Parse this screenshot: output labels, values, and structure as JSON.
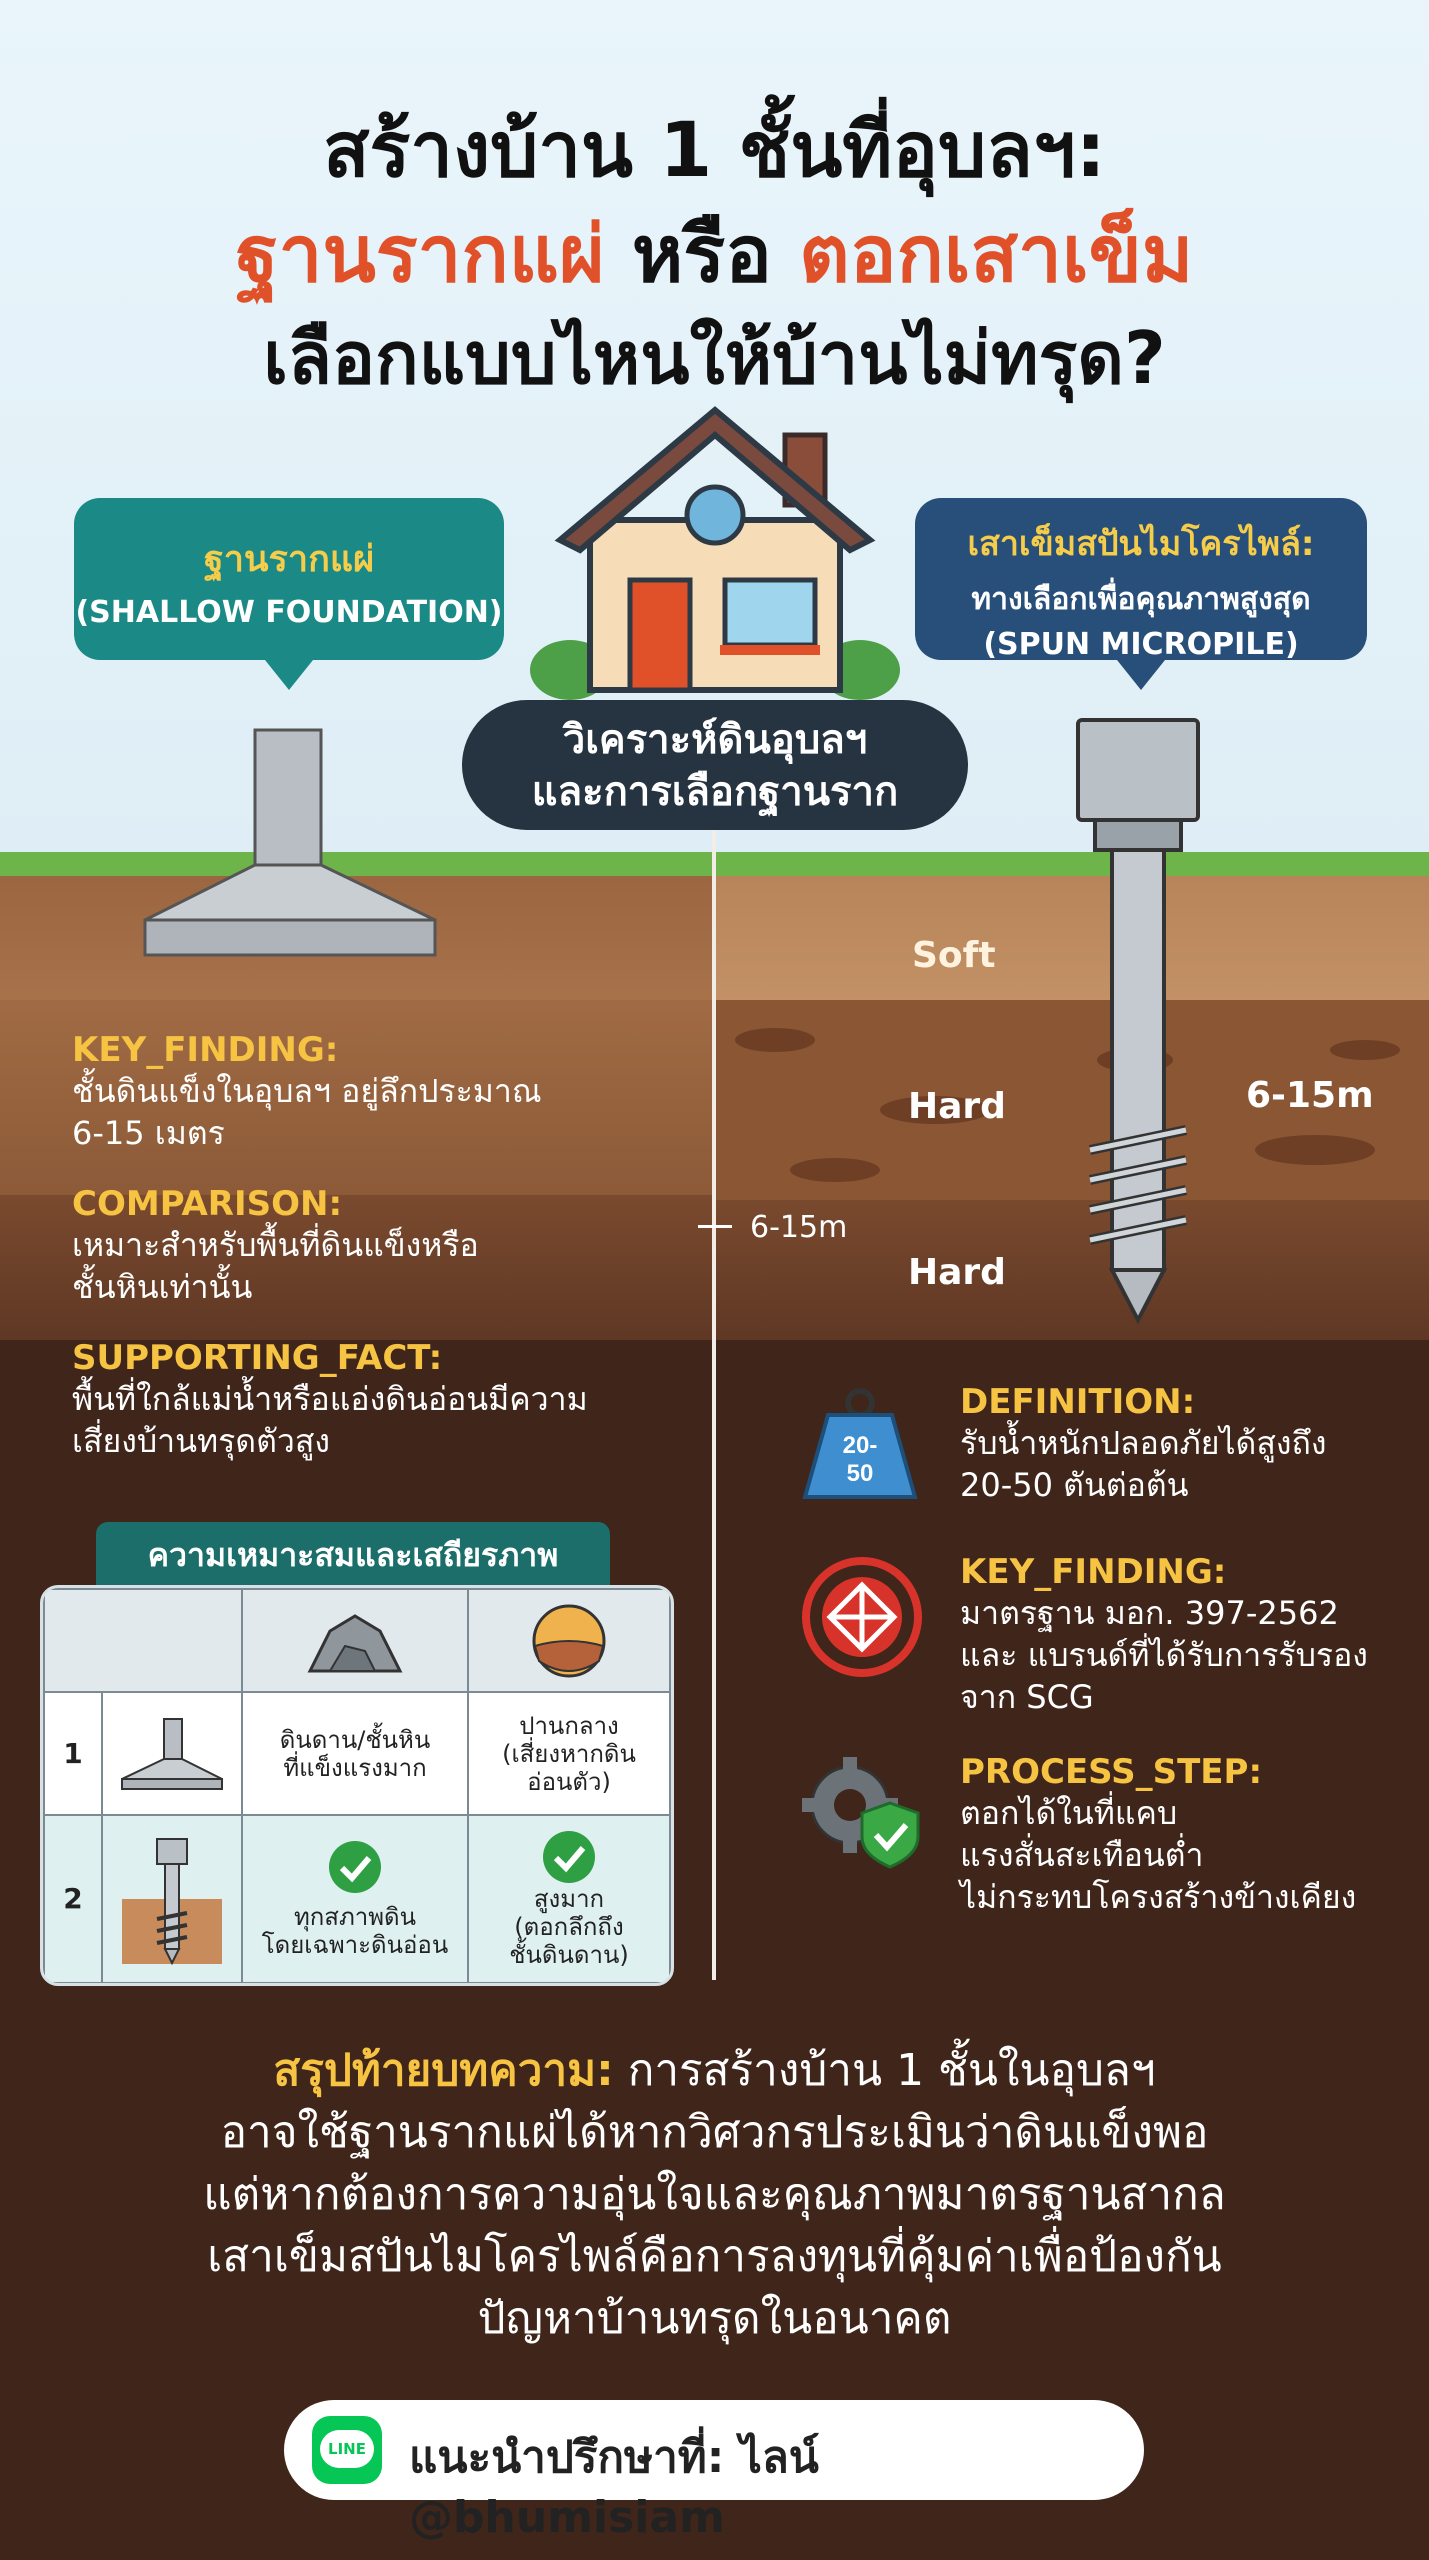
{
  "title": {
    "line1": "สร้างบ้าน 1 ชั้นที่อุบลฯ:",
    "line2_a": "ฐานรากแผ่",
    "line2_b": " หรือ ",
    "line2_c": "ตอกเสาเข็ม",
    "line3": "เลือกแบบไหนให้บ้านไม่ทรุด?"
  },
  "left_bubble": {
    "title": "ฐานรากแผ่",
    "subtitle": "(SHALLOW FOUNDATION)"
  },
  "right_bubble": {
    "title": "เสาเข็มสปันไมโครไพล์:",
    "line2": "ทางเลือกเพื่อคุณภาพสูงสุด",
    "line3": "(SPUN MICROPILE)"
  },
  "center": {
    "line1": "วิเคราะห์ดินอุบลฯ",
    "line2": "และการเลือกฐานราก"
  },
  "soil_labels": {
    "soft": "Soft",
    "hard1": "Hard",
    "hard2": "Hard",
    "depth_right": "6-15m",
    "depth_center": "6-15m"
  },
  "left_sections": [
    {
      "label": "KEY_FINDING:",
      "lines": [
        "ชั้นดินแข็งในอุบลฯ อยู่ลึกประมาณ",
        "6-15 เมตร"
      ]
    },
    {
      "label": "COMPARISON:",
      "lines": [
        "เหมาะสำหรับพื้นที่ดินแข็งหรือ",
        "ชั้นหินเท่านั้น"
      ]
    },
    {
      "label": "SUPPORTING_FACT:",
      "lines": [
        "พื้นที่ใกล้แม่น้ำหรือแอ่งดินอ่อนมีความ",
        "เสี่ยงบ้านทรุดตัวสูง"
      ]
    }
  ],
  "table": {
    "heading": "ความเหมาะสมและเสถียรภาพ",
    "rows": [
      {
        "num": "1",
        "c1": [
          "ดินดาน/ชั้นหิน",
          "ที่แข็งแรงมาก"
        ],
        "c2": [
          "ปานกลาง",
          "(เสี่ยงหากดิน",
          "อ่อนตัว)"
        ]
      },
      {
        "num": "2",
        "c1": [
          "ทุกสภาพดิน",
          "โดยเฉพาะดินอ่อน"
        ],
        "c2": [
          "สูงมาก",
          "(ตอกลึกถึง",
          "ชั้นดินดาน)"
        ]
      }
    ]
  },
  "right_sections": [
    {
      "label": "DEFINITION:",
      "lines": [
        "รับน้ำหนักปลอดภัยได้สูงถึง",
        "20-50 ตันต่อต้น"
      ],
      "icon": "weight-icon",
      "icon_text": "20-\n50"
    },
    {
      "label": "KEY_FINDING:",
      "lines": [
        "มาตรฐาน มอก. 397-2562",
        "และ แบรนด์ที่ได้รับการรับรอง",
        "จาก SCG"
      ],
      "icon": "certified-badge-icon"
    },
    {
      "label": "PROCESS_STEP:",
      "lines": [
        "ตอกได้ในที่แคบ",
        "แรงสั่นสะเทือนต่ำ",
        "ไม่กระทบโครงสร้างข้างเคียง"
      ],
      "icon": "gear-shield-icon"
    }
  ],
  "conclusion": {
    "label": "สรุปท้ายบทความ:",
    "line1": " การสร้างบ้าน 1 ชั้นในอุบลฯ",
    "line2": "อาจใช้ฐานรากแผ่ได้หากวิศวกรประเมินว่าดินแข็งพอ",
    "line3": "แต่หากต้องการความอุ่นใจและคุณภาพมาตรฐานสากล",
    "line4": "เสาเข็มสปันไมโครไพล์คือการลงทุนที่คุ้มค่าเพื่อป้องกัน",
    "line5": "ปัญหาบ้านทรุดในอนาคต"
  },
  "cta": {
    "line_logo": "LINE",
    "text": "แนะนำปรึกษาที่: ไลน์ @bhumisiam"
  },
  "colors": {
    "accent_orange": "#e0512a",
    "teal": "#1b8a86",
    "navy": "#274f7a",
    "yellow": "#f6c342",
    "line_green": "#06c755"
  }
}
